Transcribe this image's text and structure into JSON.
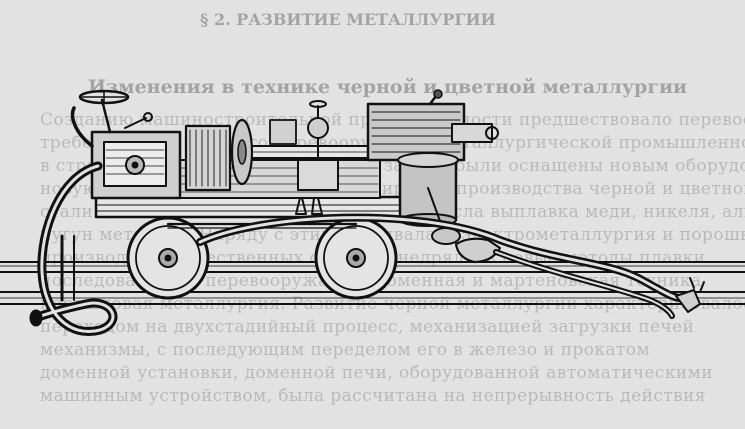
{
  "show_through": {
    "section_heading": "§ 2. РАЗВИТИЕ МЕТАЛЛУРГИИ",
    "subheading": "Изменения в технике черной и цветной металлургии",
    "lines": [
      "Созданию машиностроительной промышленности предшествовало перевооружение",
      "требовало технического перевооружения металлургической промышленности",
      "в стране Электрометаллургические заводы были оснащены новым оборудованием",
      "новую, чугуна, ковкая, сталь в расширении производства черной и цветной",
      "стали цветных металлов. Значительно выросла выплавка меди, никеля, алюминия",
      "чугун металлы). Наряду с этим развивалась электрометаллургия и порошковая",
      "производства качественных сталей. Внедрялись новые методы плавки",
      "последовательно перевооружалась доменная и мартеновская техника",
      "порошковая металлургия. Развитие черной металлургии характеризовалось",
      "переходом на двухстадийный процесс, механизацией загрузки печей",
      "механизмы, с последующим переделом его в железо и прокатом",
      "доменной установки, доменной печи, оборудованной автоматическими",
      "машинным устройством, была рассчитана на непрерывность действия"
    ]
  },
  "colors": {
    "paper": "#e2e2e2",
    "ink": "#111111"
  }
}
